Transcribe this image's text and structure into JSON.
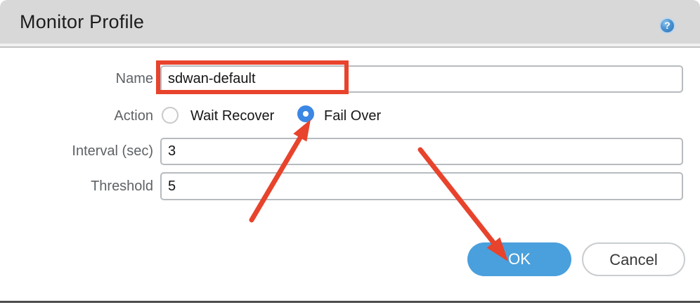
{
  "header": {
    "title": "Monitor Profile",
    "help_icon_glyph": "?"
  },
  "form": {
    "name": {
      "label": "Name",
      "value": "sdwan-default"
    },
    "action": {
      "label": "Action",
      "options": [
        {
          "label": "Wait Recover",
          "selected": false
        },
        {
          "label": "Fail Over",
          "selected": true
        }
      ]
    },
    "interval": {
      "label": "Interval (sec)",
      "value": "3"
    },
    "threshold": {
      "label": "Threshold",
      "value": "5"
    }
  },
  "buttons": {
    "ok_label": "OK",
    "cancel_label": "Cancel"
  },
  "colors": {
    "header_bg": "#d8d8d8",
    "ok_button_blue": "#4aa0dc",
    "radio_selected_blue": "#3c87e4",
    "annotation_red": "#e8432c"
  }
}
